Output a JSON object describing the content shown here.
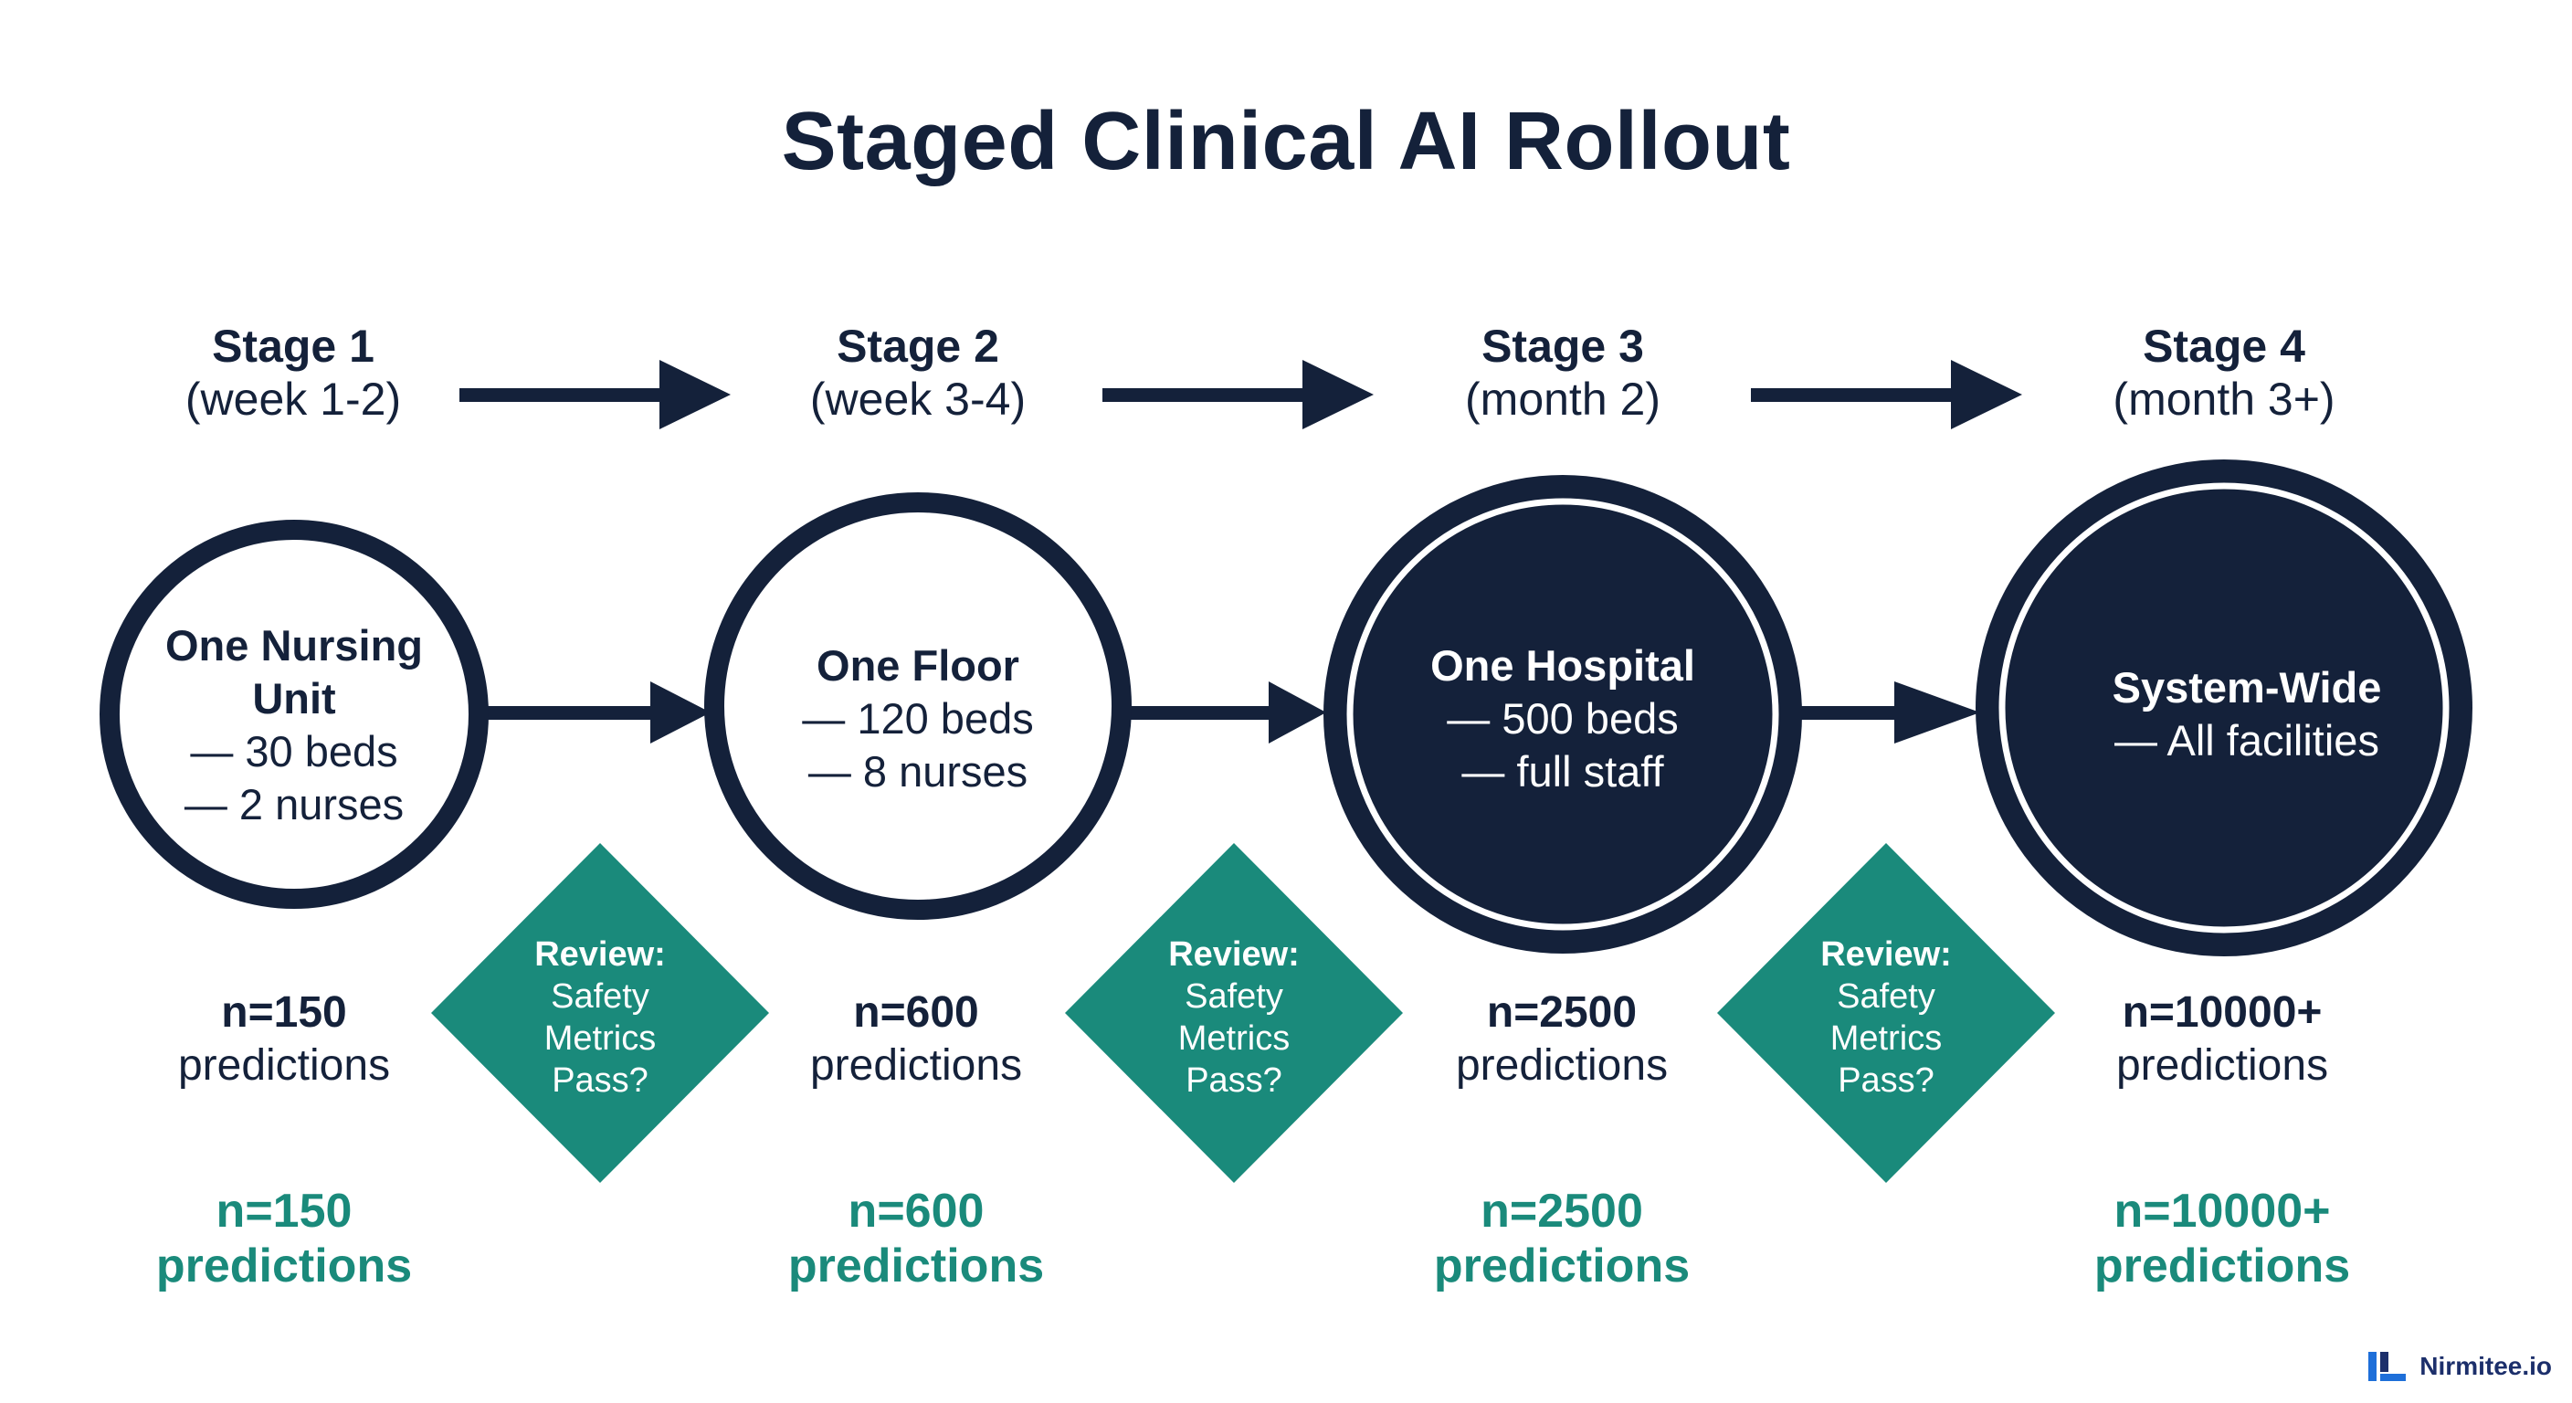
{
  "title": "Staged Clinical AI Rollout",
  "colors": {
    "navy": "#14213a",
    "teal": "#1a8a7b",
    "white": "#ffffff",
    "brand_blue": "#1e6fd9"
  },
  "stages": [
    {
      "name": "Stage 1",
      "period": "(week 1-2)",
      "circle_title_line1": "One Nursing",
      "circle_title_line2": "Unit",
      "circle_line1": "— 30 beds",
      "circle_line2": "— 2 nurses",
      "circle_fill": "white",
      "n_value": "n=150",
      "n_label": "predictions",
      "n_value_green": "n=150",
      "n_label_green": "predictions"
    },
    {
      "name": "Stage 2",
      "period": "(week 3-4)",
      "circle_title_line1": "One Floor",
      "circle_line1": "— 120 beds",
      "circle_line2": "— 8 nurses",
      "circle_fill": "white",
      "n_value": "n=600",
      "n_label": "predictions",
      "n_value_green": "n=600",
      "n_label_green": "predictions"
    },
    {
      "name": "Stage 3",
      "period": "(month 2)",
      "circle_title_line1": "One Hospital",
      "circle_line1": "— 500 beds",
      "circle_line2": "— full staff",
      "circle_fill": "navy",
      "n_value": "n=2500",
      "n_label": "predictions",
      "n_value_green": "n=2500",
      "n_label_green": "predictions"
    },
    {
      "name": "Stage 4",
      "period": "(month 3+)",
      "circle_title_line1": "System-Wide",
      "circle_line1": "— All facilities",
      "circle_fill": "navy",
      "n_value": "n=10000+",
      "n_label": "predictions",
      "n_value_green": "n=10000+",
      "n_label_green": "predictions"
    }
  ],
  "reviews": [
    {
      "line1": "Review:",
      "line2": "Safety",
      "line3": "Metrics",
      "line4": "Pass?"
    },
    {
      "line1": "Review:",
      "line2": "Safety",
      "line3": "Metrics",
      "line4": "Pass?"
    },
    {
      "line1": "Review:",
      "line2": "Safety",
      "line3": "Metrics",
      "line4": "Pass?"
    }
  ],
  "brand": {
    "name": "Nirmitee.io",
    "logo_icon": "nirmitee-logo-icon"
  }
}
